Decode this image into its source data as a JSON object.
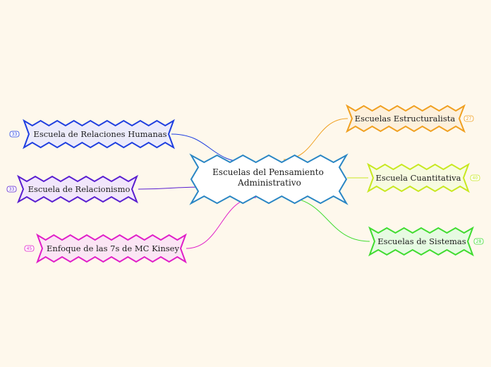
{
  "mindmap": {
    "central": {
      "lines": [
        "Escuelas del Pensamiento",
        "Administrativo"
      ],
      "color": "#2a86c4"
    },
    "topics": [
      {
        "id": "relaciones-humanas",
        "label": "Escuela de Relaciones Humanas",
        "badge": "33",
        "color": "#1f3fe0",
        "fill": "#ecebfa"
      },
      {
        "id": "relacionismo",
        "label": "Escuela de Relacionismo",
        "badge": "33",
        "color": "#5a1fd0",
        "fill": "#f1e6fb"
      },
      {
        "id": "siete-s",
        "label": "Enfoque de las 7s de MC Kinsey",
        "badge": "45",
        "color": "#e01ec8",
        "fill": "#fbe5f4"
      },
      {
        "id": "estructuralista",
        "label": "Escuelas Estructuralista",
        "badge": "27",
        "color": "#f0a020",
        "fill": "#fdf0dc"
      },
      {
        "id": "cuantitativa",
        "label": "Escuela Cuantitativa",
        "badge": "40",
        "color": "#c8e820",
        "fill": "#f7fbe0"
      },
      {
        "id": "sistemas",
        "label": "Escuelas de Sistemas",
        "badge": "28",
        "color": "#40dc30",
        "fill": "#e6fae2"
      }
    ]
  }
}
